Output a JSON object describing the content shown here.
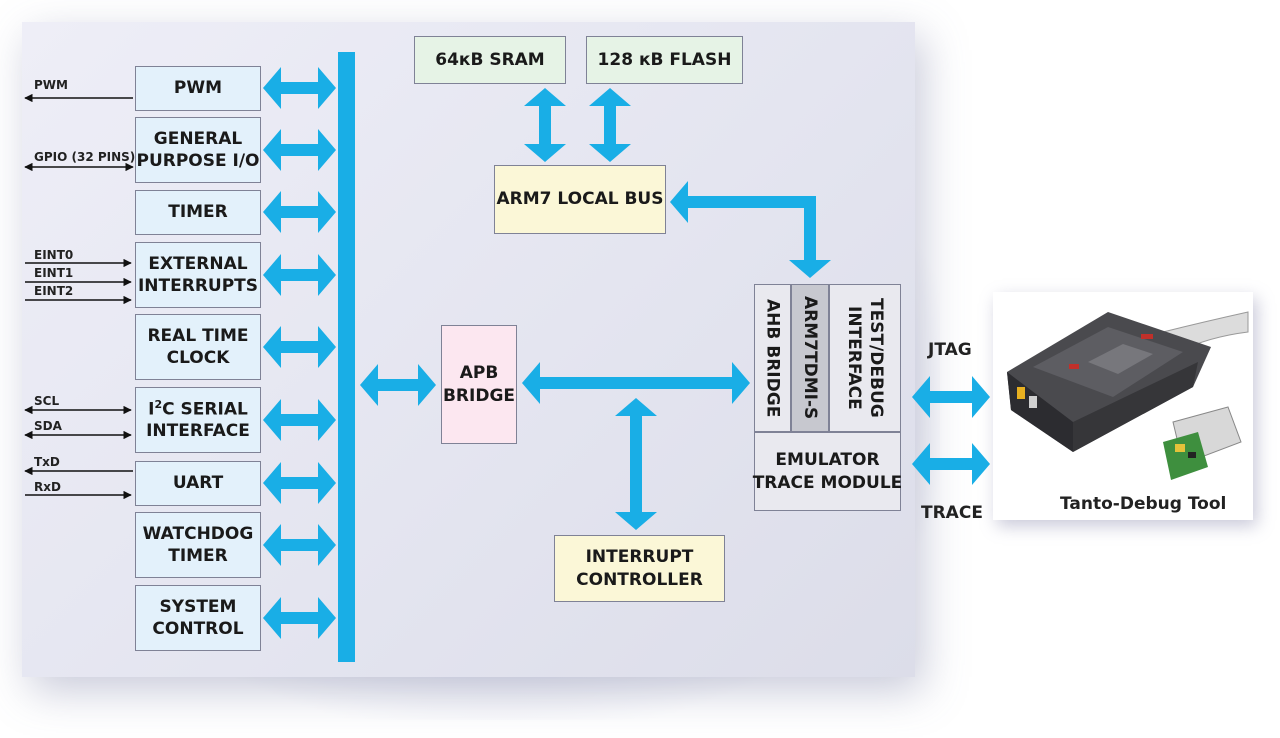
{
  "peripherals": [
    "PWM",
    "GENERAL\nPURPOSE I/O",
    "TIMER",
    "EXTERNAL\nINTERRUPTS",
    "REAL TIME\nCLOCK",
    "I²C SERIAL\nINTERFACE",
    "UART",
    "WATCHDOG\nTIMER",
    "SYSTEM\nCONTROL"
  ],
  "signals": {
    "pwm": "PWM",
    "gpio": "GPIO (32 PINS)",
    "eint0": "EINT0",
    "eint1": "EINT1",
    "eint2": "EINT2",
    "scl": "SCL",
    "sda": "SDA",
    "txd": "TxD",
    "rxd": "RxD"
  },
  "memory": {
    "sram": "64кB SRAM",
    "flash": "128 кB FLASH"
  },
  "local_bus": "ARM7 LOCAL BUS",
  "apb_bridge": "APB\nBRIDGE",
  "interrupt_controller": "INTERRUPT\nCONTROLLER",
  "core": {
    "ahb_bridge": "AHB BRIDGE",
    "cpu": "ARM7TDMI-S",
    "test_debug": "TEST/DEBUG\nINTERFACE",
    "emulator": "EMULATOR\nTRACE MODULE"
  },
  "jtag": "JTAG",
  "trace": "TRACE",
  "tool_caption": "Tanto-Debug Tool",
  "colors": {
    "arrow": "#19aee6",
    "bus": "#19aee6"
  }
}
